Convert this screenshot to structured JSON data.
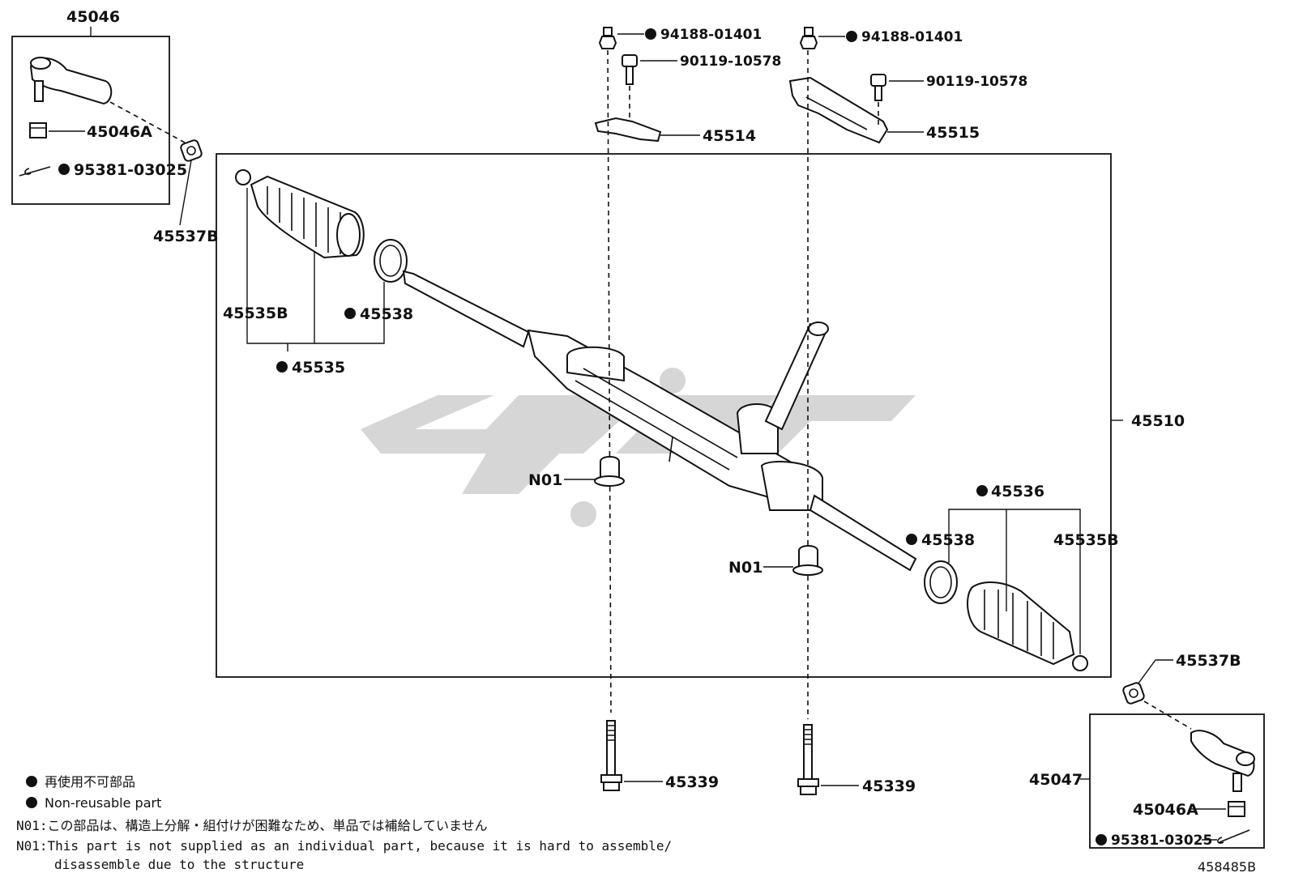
{
  "diagram_code": "458485B",
  "parts": {
    "tie_rod_end_lh": "45046",
    "nut_lh": "45046A",
    "cotter_pin_lh": "95381-03025",
    "boot_lh": "45537B",
    "rack_boot_set": "45535B",
    "clamp": "45538",
    "rack_boot_assy": "45535",
    "nut_top_left": "94188-01401",
    "bolt_top_left": "90119-10578",
    "bracket_left": "45514",
    "nut_top_right": "94188-01401",
    "bolt_top_right": "90119-10578",
    "bracket_right": "45515",
    "steering_gear_assy": "45510",
    "rack_boot_assy_rh": "45536",
    "clamp_rh": "45538",
    "rack_boot_set_rh": "45535B",
    "boot_rh": "45537B",
    "tie_rod_end_rh": "45047",
    "nut_rh": "45046A",
    "cotter_pin_rh": "95381-03025",
    "bushing_left": "N01",
    "bushing_right": "N01",
    "bolt_bottom_left": "45339",
    "bolt_bottom_right": "45339"
  },
  "legend": {
    "jp": "再使用不可部品",
    "en": "Non-reusable part"
  },
  "notes": {
    "jp": "N01:この部品は、構造上分解・組付けが困難なため、単品では補給していません",
    "en_line1": "N01:This part is not supplied as an individual part, because it is hard to assemble/",
    "en_line2": "disassemble due to the structure"
  },
  "colors": {
    "line": "#111111",
    "watermark": "#cfcfcf"
  }
}
